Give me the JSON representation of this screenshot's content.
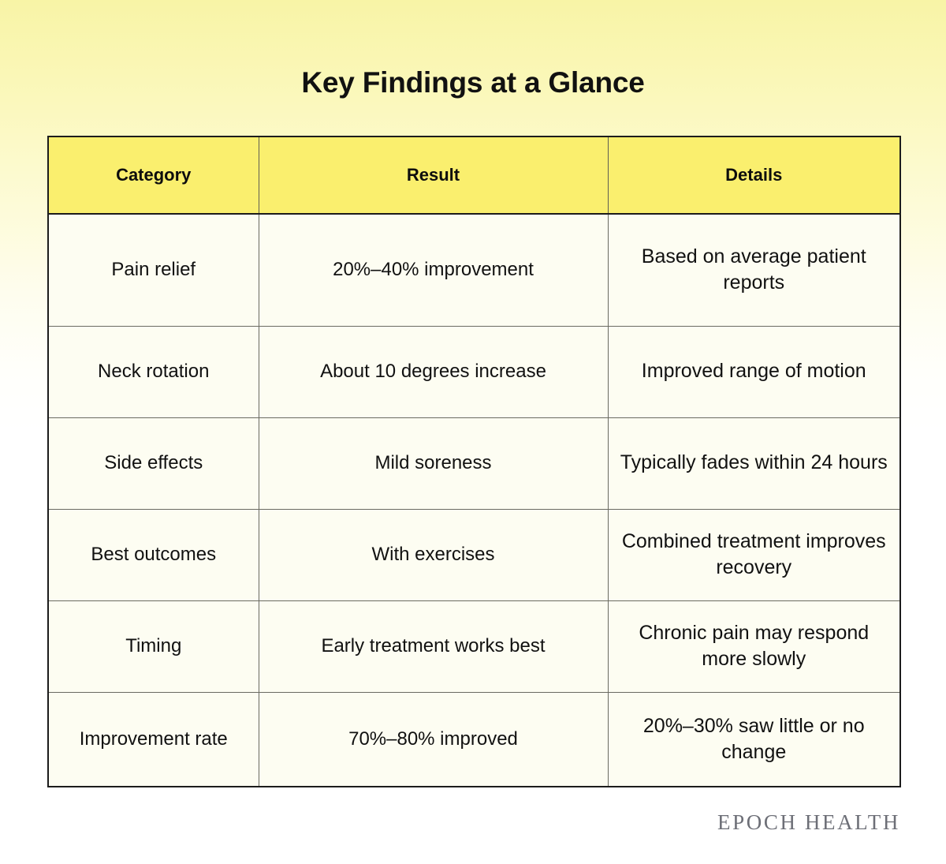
{
  "page": {
    "title": "Key Findings at a Glance",
    "background_top_color": "#f8f4a6",
    "background_bottom_color": "#ffffff"
  },
  "table": {
    "header_background": "#faef6e",
    "cell_background": "#fdfdf2",
    "border_color": "#1c1c1c",
    "columns": [
      {
        "key": "category",
        "label": "Category"
      },
      {
        "key": "result",
        "label": "Result"
      },
      {
        "key": "details",
        "label": "Details"
      }
    ],
    "rows": [
      {
        "category": "Pain relief",
        "result": "20%–40% improvement",
        "details": "Based on average patient reports"
      },
      {
        "category": "Neck rotation",
        "result": "About 10 degrees increase",
        "details": "Improved range of motion"
      },
      {
        "category": "Side effects",
        "result": "Mild soreness",
        "details": "Typically fades within 24 hours"
      },
      {
        "category": "Best outcomes",
        "result": "With exercises",
        "details": "Combined treatment improves recovery"
      },
      {
        "category": "Timing",
        "result": "Early treatment works best",
        "details": "Chronic pain may respond more slowly"
      },
      {
        "category": "Improvement rate",
        "result": "70%–80% improved",
        "details": "20%–30% saw little or no change"
      }
    ]
  },
  "footer": {
    "brand": "EPOCH HEALTH",
    "brand_color": "#6d6f77"
  }
}
